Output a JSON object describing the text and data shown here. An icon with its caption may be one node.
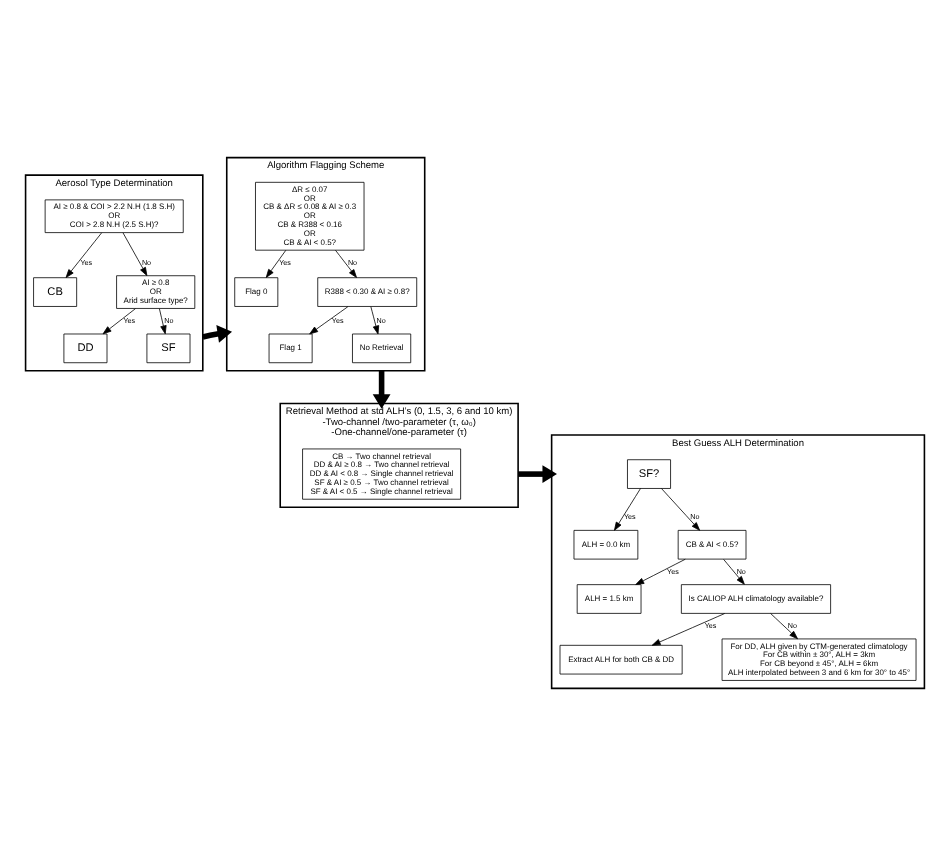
{
  "diagram": {
    "nodes": [
      {
        "text": [
          "Aerosol Type Determination"
        ]
      },
      {
        "text": [
          "AI ≥ 0.8 & COI > 2.2 N.H (1.8 S.H)",
          "OR",
          "COI > 2.8 N.H (2.5 S.H)?"
        ],
        "in": 0
      },
      {
        "text": [
          "CB"
        ],
        "in": 0
      },
      {
        "text": [
          "AI ≥ 0.8",
          "OR",
          "Arid surface type?"
        ],
        "in": 0
      },
      {
        "text": [
          "DD"
        ],
        "in": 0
      },
      {
        "text": [
          "SF"
        ],
        "in": 0
      },
      {
        "text": [
          "Algorithm Flagging Scheme"
        ]
      },
      {
        "text": [
          "ΔR ≤ 0.07",
          "OR",
          "CB & ΔR ≤ 0.08 & AI ≥ 0.3",
          "OR",
          "CB & R388 < 0.16",
          "OR",
          "CB & AI < 0.5?"
        ],
        "in": 6
      },
      {
        "text": [
          "Flag 0"
        ],
        "in": 6
      },
      {
        "text": [
          "R388 < 0.30 & AI ≥ 0.8?"
        ],
        "in": 6
      },
      {
        "text": [
          "Flag 1"
        ],
        "in": 6
      },
      {
        "text": [
          "No Retrieval"
        ],
        "in": 6
      },
      {
        "text": [
          "Retrieval Method at std ALH’s (0, 1.5, 3, 6 and 10 km)",
          "-Two-channel /two-parameter (τ, ω₀)",
          "-One-channel/one-parameter (τ)"
        ]
      },
      {
        "text": [
          "CB → Two channel retrieval",
          "DD & AI ≥ 0.8 → Two channel retrieval",
          "DD & AI < 0.8 → Single channel retrieval",
          "SF & AI ≥ 0.5 → Two channel retrieval",
          "SF & AI < 0.5 → Single channel retrieval"
        ],
        "in": 12
      },
      {
        "text": [
          "Best Guess ALH Determination"
        ]
      },
      {
        "text": [
          "SF?"
        ],
        "in": 14
      },
      {
        "text": [
          "ALH = 0.0 km"
        ],
        "in": 14
      },
      {
        "text": [
          "CB & AI < 0.5?"
        ],
        "in": 14
      },
      {
        "text": [
          "ALH = 1.5 km"
        ],
        "in": 14
      },
      {
        "text": [
          "Is CALIOP ALH climatology available?"
        ],
        "in": 14
      },
      {
        "text": [
          "Extract ALH for both CB & DD"
        ],
        "in": 14
      },
      {
        "text": [
          "For DD, ALH given by CTM-generated climatology",
          "For CB within ± 30°, ALH = 3km",
          "For CB beyond ± 45°, ALH = 6km",
          "ALH interpolated between 3 and 6 km for 30° to 45°"
        ],
        "in": 14
      }
    ],
    "edges": [
      {
        "from": 1,
        "to": 2,
        "arrow": "to",
        "label": "Yes"
      },
      {
        "from": 1,
        "to": 3,
        "arrow": "to",
        "label": "No"
      },
      {
        "from": 3,
        "to": 4,
        "arrow": "to",
        "label": "Yes"
      },
      {
        "from": 3,
        "to": 5,
        "arrow": "to",
        "label": "No"
      },
      {
        "from": 0,
        "to": 6,
        "arrow": "to",
        "style": "thick"
      },
      {
        "from": 7,
        "to": 8,
        "arrow": "to",
        "label": "Yes"
      },
      {
        "from": 7,
        "to": 9,
        "arrow": "to",
        "label": "No"
      },
      {
        "from": 9,
        "to": 10,
        "arrow": "to",
        "label": "Yes"
      },
      {
        "from": 9,
        "to": 11,
        "arrow": "to",
        "label": "No"
      },
      {
        "from": 6,
        "to": 12,
        "arrow": "to",
        "style": "thick"
      },
      {
        "from": 12,
        "to": 14,
        "arrow": "to",
        "style": "thick"
      },
      {
        "from": 15,
        "to": 16,
        "arrow": "to",
        "label": "Yes"
      },
      {
        "from": 15,
        "to": 17,
        "arrow": "to",
        "label": "No"
      },
      {
        "from": 17,
        "to": 18,
        "arrow": "to",
        "label": "Yes"
      },
      {
        "from": 17,
        "to": 19,
        "arrow": "to",
        "label": "No"
      },
      {
        "from": 19,
        "to": 20,
        "arrow": "to",
        "label": "Yes"
      },
      {
        "from": 19,
        "to": 21,
        "arrow": "to",
        "label": "No"
      }
    ]
  }
}
